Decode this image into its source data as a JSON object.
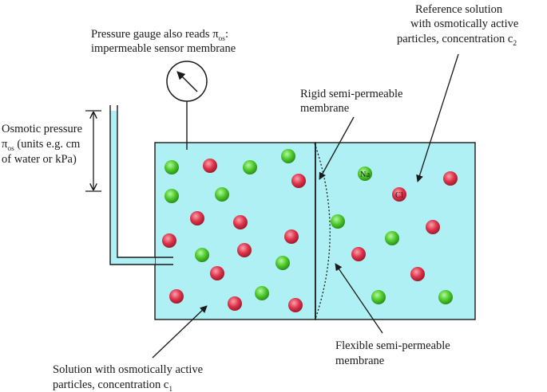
{
  "labels": {
    "gauge_line1_pre": "Pressure gauge also reads π",
    "gauge_line1_sub": "os",
    "gauge_line1_post": ":",
    "gauge_line2": "impermeable sensor membrane",
    "ref_line1": "Reference solution",
    "ref_line2": "with osmotically active",
    "ref_line3_pre": "particles, concentration c",
    "ref_line3_sub": "2",
    "rigid_line1": "Rigid semi-permeable",
    "rigid_line2": "membrane",
    "osm_line1": "Osmotic pressure",
    "osm_line2_pi": "π",
    "osm_line2_sub": "os",
    "osm_line2_post": " (units e.g. cm",
    "osm_line3": "of water or kPa)",
    "sol_line1": "Solution with osmotically active",
    "sol_line2_pre": "particles, concentration c",
    "sol_line2_sub": "1",
    "flex_line1": "Flexible semi-permeable",
    "flex_line2": "membrane"
  },
  "ions": {
    "na": "Na",
    "cl": "Cl"
  },
  "colors": {
    "solution": "#aef0f3",
    "green_particle": "#4ccb2c",
    "red_particle": "#e0344c",
    "stroke": "#1a1a1a"
  }
}
